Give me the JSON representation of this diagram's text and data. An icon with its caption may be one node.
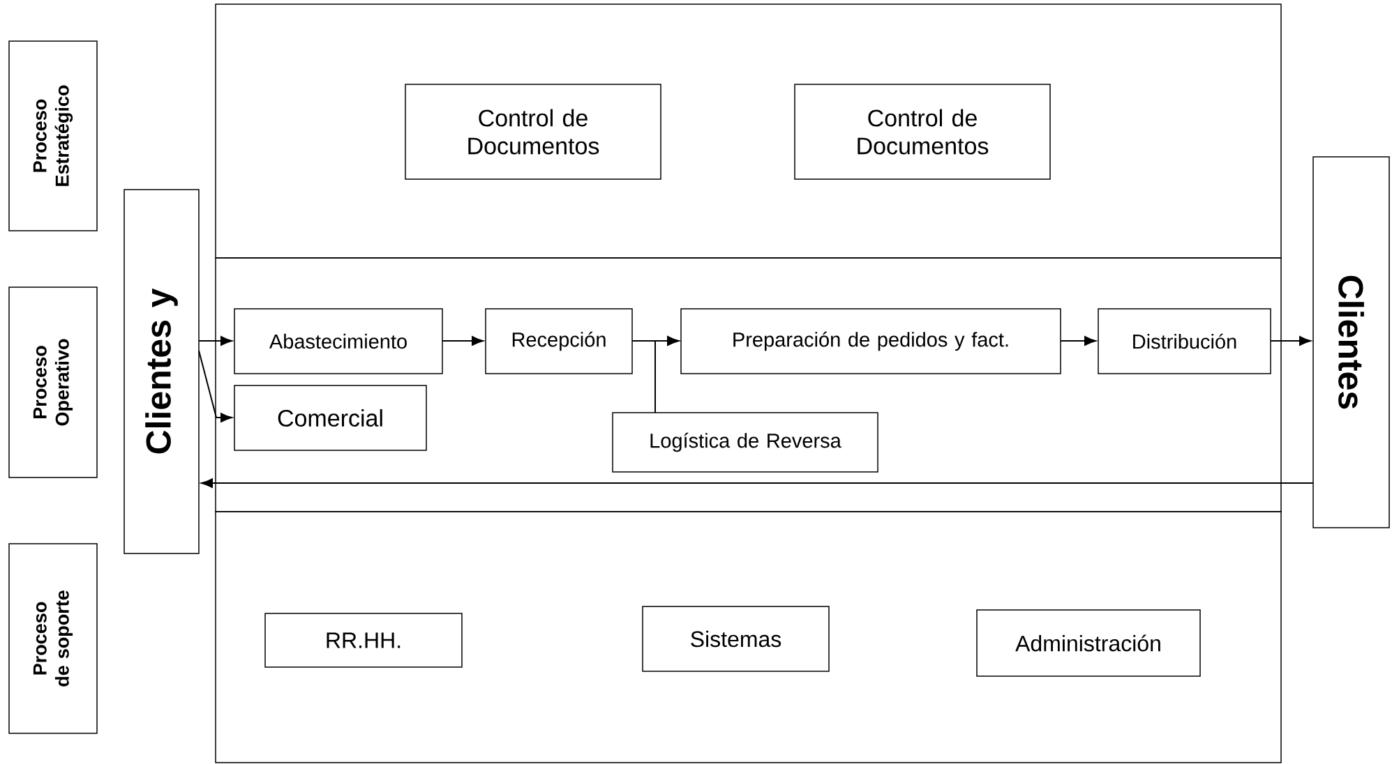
{
  "diagram": {
    "nodes": [
      {
        "text": [
          "Proceso Estratégico"
        ]
      },
      {
        "text": [
          "Proceso Operativo"
        ]
      },
      {
        "text": [
          "Proceso de soporte"
        ]
      },
      {
        "text": [
          "Clientes y"
        ]
      },
      {
        "text": [],
        "shape": "box"
      },
      {
        "text": [
          "Control de Documentos"
        ],
        "in": 4
      },
      {
        "text": [
          "Control de Documentos"
        ],
        "in": 4
      },
      {
        "text": [],
        "shape": "box"
      },
      {
        "text": [
          "Abastecimiento"
        ],
        "in": 7
      },
      {
        "text": [
          "Recepción"
        ],
        "in": 7
      },
      {
        "text": [
          "Preparación de pedidos y fact."
        ],
        "in": 7
      },
      {
        "text": [
          "Distribución"
        ],
        "in": 7
      },
      {
        "text": [
          "Comercial"
        ],
        "in": 7
      },
      {
        "text": [
          "Logística de Reversa"
        ],
        "in": 7
      },
      {
        "text": [],
        "shape": "box"
      },
      {
        "text": [
          "RR.HH."
        ],
        "in": 14
      },
      {
        "text": [
          "Sistemas"
        ],
        "in": 14
      },
      {
        "text": [
          "Administración"
        ],
        "in": 14
      },
      {
        "text": [
          "Clientes"
        ]
      }
    ],
    "edges": [
      {
        "from": 3,
        "to": 8,
        "arrow": "to"
      },
      {
        "from": 3,
        "to": 12,
        "arrow": "to"
      },
      {
        "from": 8,
        "to": 9,
        "arrow": "to"
      },
      {
        "from": 9,
        "to": 10,
        "arrow": "to"
      },
      {
        "from": 13,
        "to": 10,
        "arrow": "to"
      },
      {
        "from": 10,
        "to": 11,
        "arrow": "to"
      },
      {
        "from": 11,
        "to": 18,
        "arrow": "to"
      },
      {
        "from": 18,
        "to": 3,
        "arrow": "to"
      }
    ]
  }
}
